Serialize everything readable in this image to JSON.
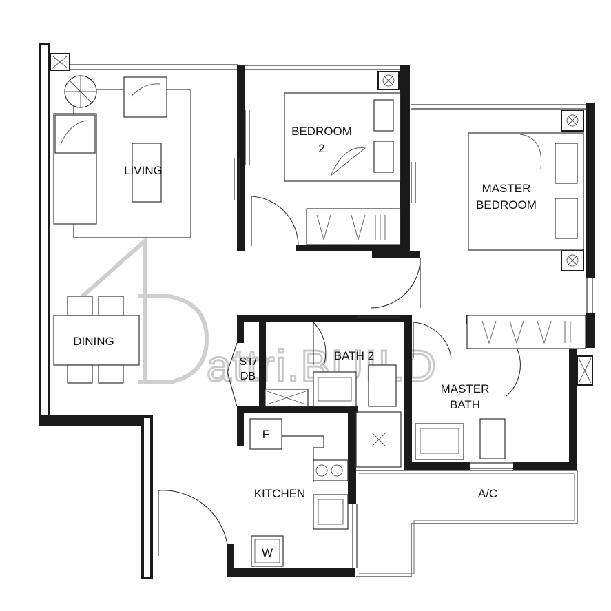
{
  "rooms": {
    "living": "LIVING",
    "dining": "DINING",
    "bedroom2_line1": "BEDROOM",
    "bedroom2_line2": "2",
    "master_bedroom_line1": "MASTER",
    "master_bedroom_line2": "BEDROOM",
    "bath2": "BATH 2",
    "master_bath_line1": "MASTER",
    "master_bath_line2": "BATH",
    "store_line1": "ST/",
    "store_line2": "DB",
    "kitchen": "KITCHEN",
    "ac": "A/C"
  },
  "fixtures": {
    "fridge": "F",
    "washer": "W"
  },
  "watermark": {
    "text": "attri.BUILD"
  }
}
